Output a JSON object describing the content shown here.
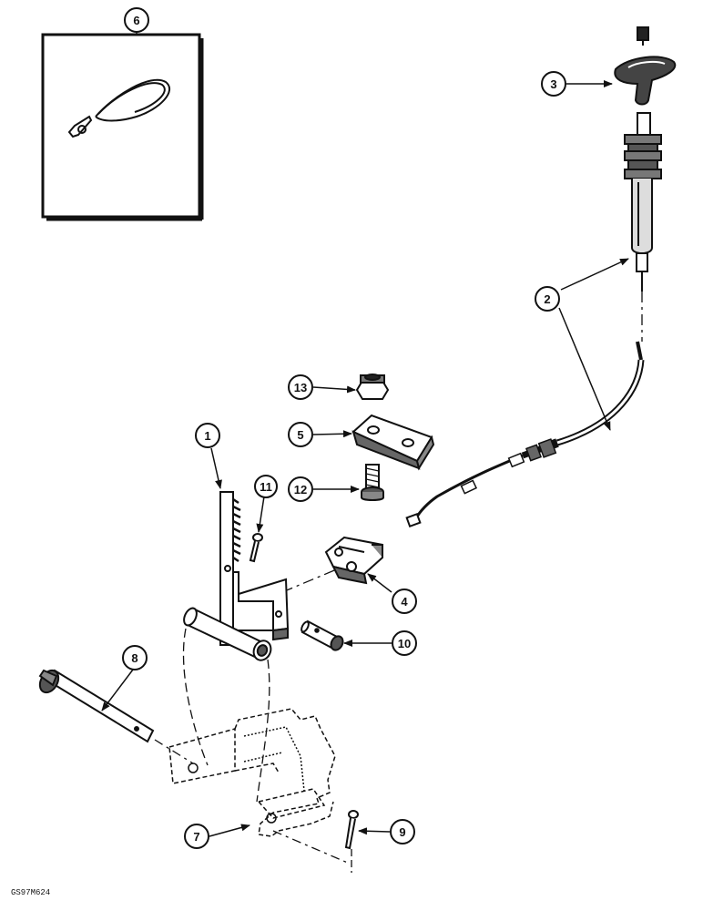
{
  "callouts": [
    {
      "id": "c1",
      "label": "1"
    },
    {
      "id": "c2",
      "label": "2"
    },
    {
      "id": "c3",
      "label": "3"
    },
    {
      "id": "c4",
      "label": "4"
    },
    {
      "id": "c5",
      "label": "5"
    },
    {
      "id": "c6",
      "label": "6"
    },
    {
      "id": "c7",
      "label": "7"
    },
    {
      "id": "c8",
      "label": "8"
    },
    {
      "id": "c9",
      "label": "9"
    },
    {
      "id": "c10",
      "label": "10"
    },
    {
      "id": "c11",
      "label": "11"
    },
    {
      "id": "c12",
      "label": "12"
    },
    {
      "id": "c13",
      "label": "13"
    }
  ],
  "figure_code": "GS97M624"
}
